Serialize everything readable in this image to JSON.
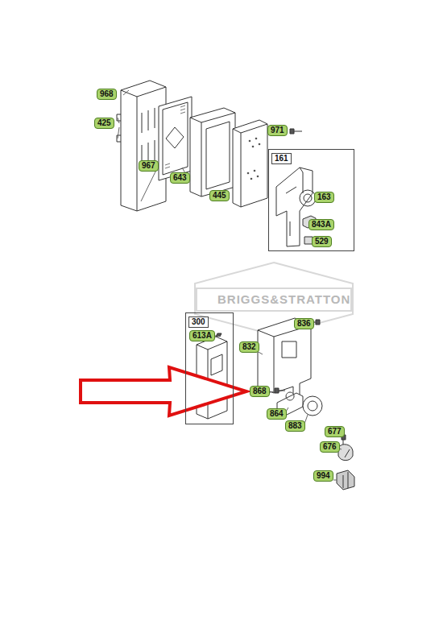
{
  "diagram": {
    "nodes": [
      {
        "text": [
          "161"
        ]
      },
      {
        "text": [
          "300"
        ]
      }
    ],
    "labels": [
      "968",
      "425",
      "971",
      "967",
      "643",
      "445",
      "163",
      "843A",
      "529",
      "BRIGGS&STRATTON",
      "613A",
      "836",
      "832",
      "868",
      "864",
      "883",
      "677",
      "676",
      "994"
    ]
  }
}
